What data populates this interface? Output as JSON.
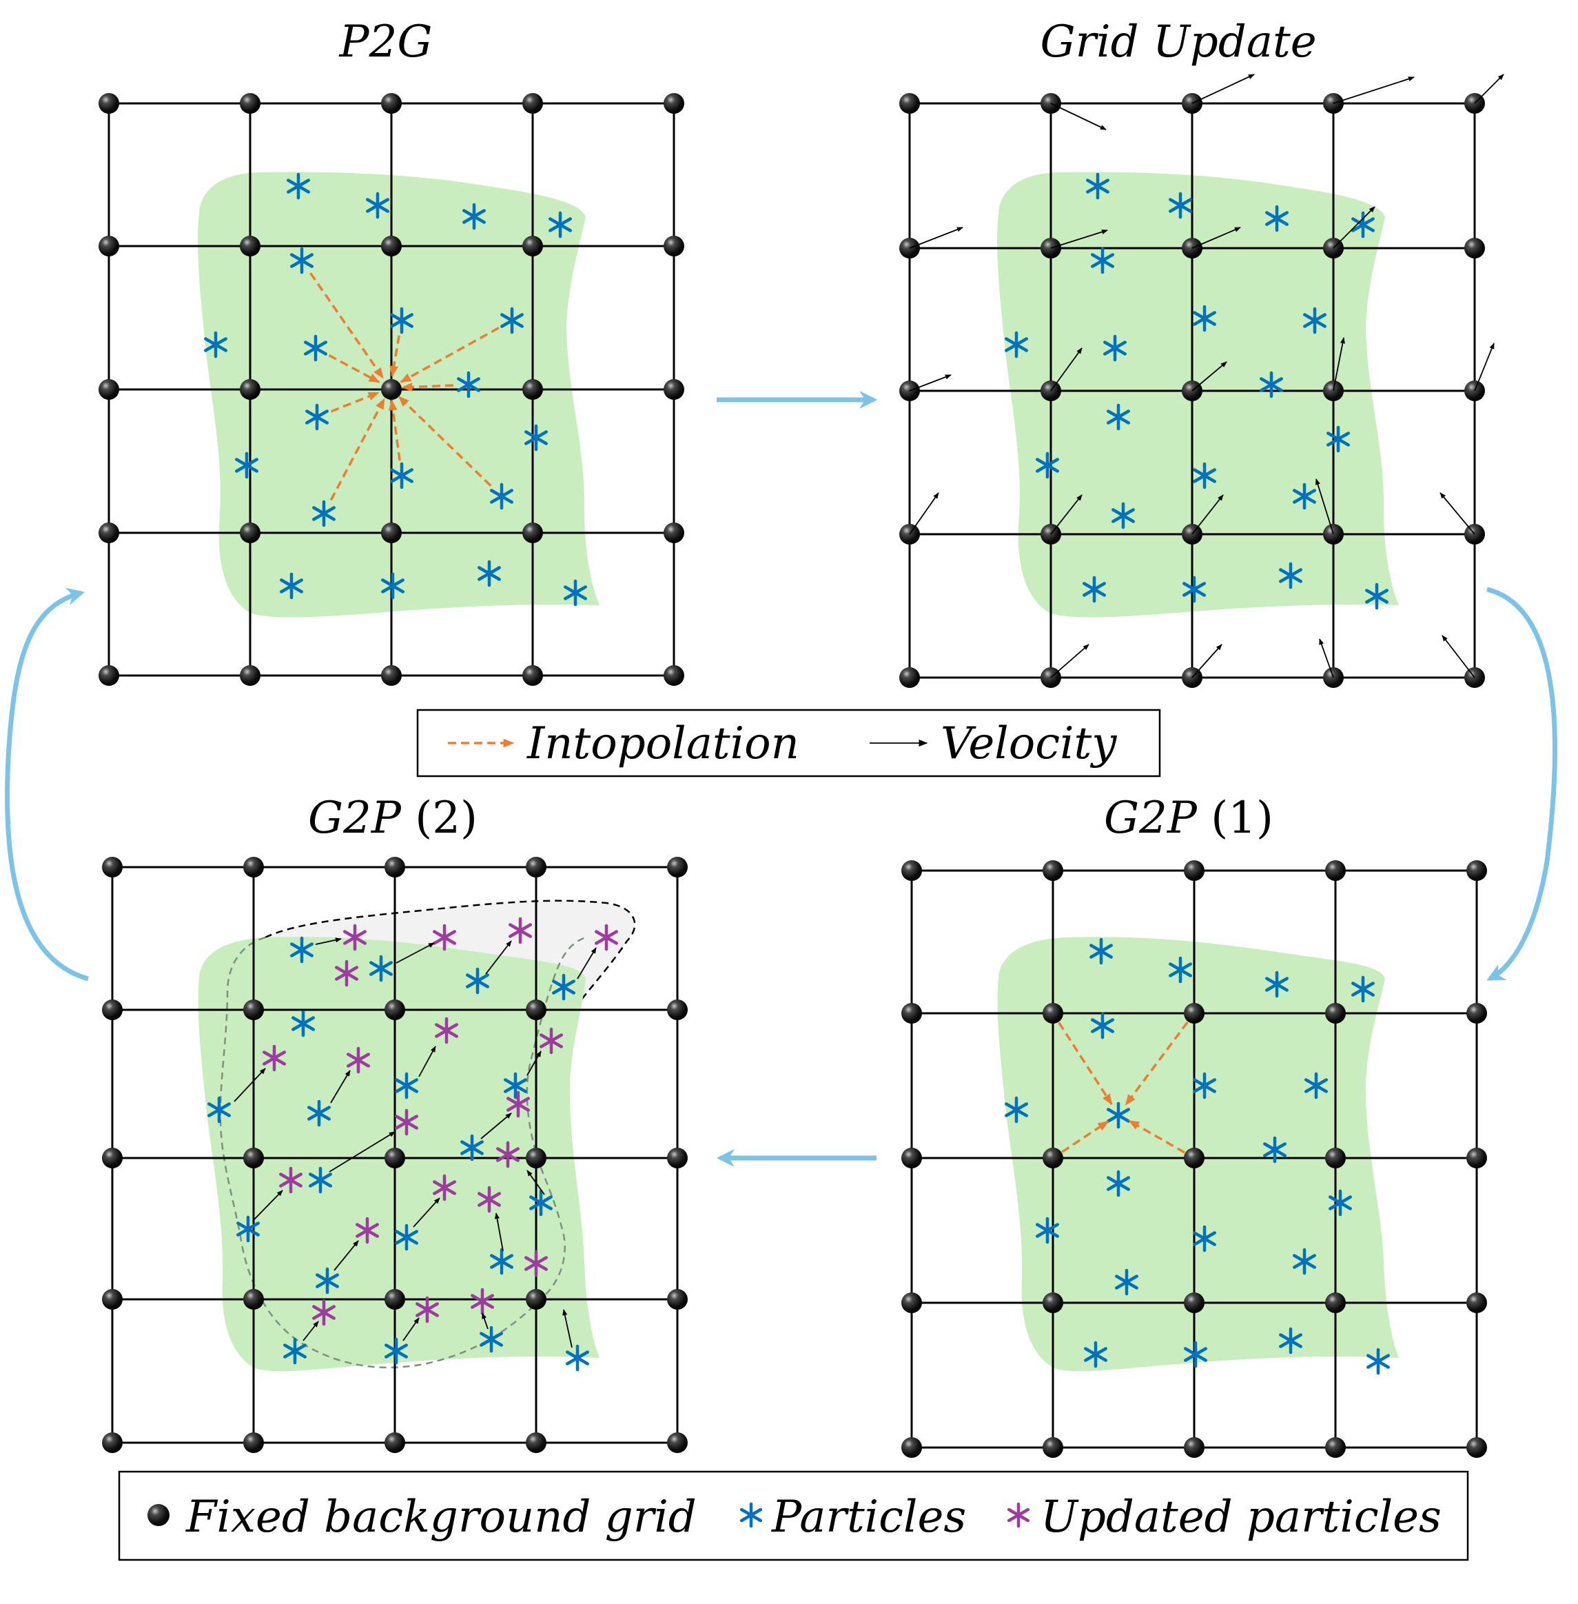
{
  "panels": [
    {
      "id": "p2g",
      "title": "P2G",
      "title_num": ""
    },
    {
      "id": "grid_update",
      "title": "Grid Update",
      "title_num": ""
    },
    {
      "id": "g2p_2",
      "title": "G2P ",
      "title_num": "(2)"
    },
    {
      "id": "g2p_1",
      "title": "G2P ",
      "title_num": "(1)"
    }
  ],
  "legend_top": {
    "interpolation": "Intopolation",
    "velocity": "Velocity"
  },
  "legend_bottom": {
    "grid": "Fixed background grid",
    "particles": "Particles",
    "updated": "Updated particles"
  },
  "colors": {
    "body_fill": "#c9edbf",
    "particle": "#0070c0",
    "updated_particle": "#9e3b9e",
    "interpolation_arrow": "#ed7d31",
    "velocity_arrow": "#000000",
    "cycle_arrow": "#7dc3e8",
    "grid_node": "#000000",
    "deformed_region": "#f2f2f2"
  },
  "icons": {
    "grid_node": "black-sphere-icon",
    "particle": "asterisk-icon",
    "cycle_arrow": "curved-arrow-icon"
  }
}
